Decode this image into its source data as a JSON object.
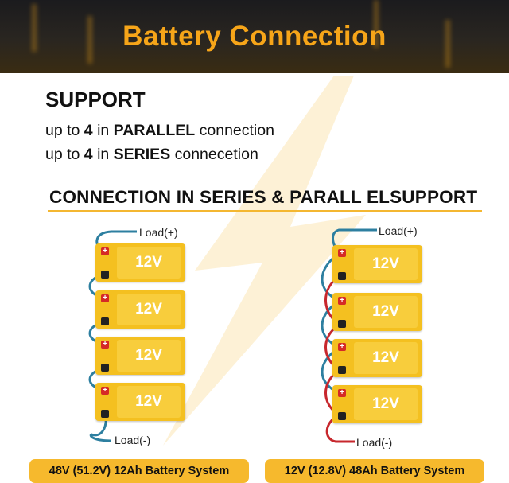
{
  "banner": {
    "title": "Battery Connection"
  },
  "support": {
    "heading": "SUPPORT",
    "line1_pre": "up to ",
    "line1_num": "4",
    "line1_mid": " in ",
    "line1_bold": "PARALLEL",
    "line1_post": " connection",
    "line2_pre": "up to ",
    "line2_num": "4",
    "line2_mid": " in ",
    "line2_bold": "SERIES",
    "line2_post": " connecetion"
  },
  "section": {
    "heading": "CONNECTION IN SERIES & PARALL ELSUPPORT"
  },
  "left_diagram": {
    "load_plus": "Load(+)",
    "load_minus": "Load(-)",
    "batteries": [
      "12V",
      "12V",
      "12V",
      "12V"
    ],
    "caption": "48V (51.2V) 12Ah Battery System"
  },
  "right_diagram": {
    "load_plus": "Load(+)",
    "load_minus": "Load(-)",
    "batteries": [
      "12V",
      "12V",
      "12V",
      "12V"
    ],
    "caption": "12V (12.8V) 48Ah Battery System"
  },
  "terminals": {
    "positive": "+",
    "negative": "-"
  },
  "colors": {
    "accent": "#f6a519",
    "battery": "#f4c020",
    "wire_blue": "#2d7fa0",
    "wire_red": "#c7272d",
    "caption_bg": "#f6b92d"
  }
}
